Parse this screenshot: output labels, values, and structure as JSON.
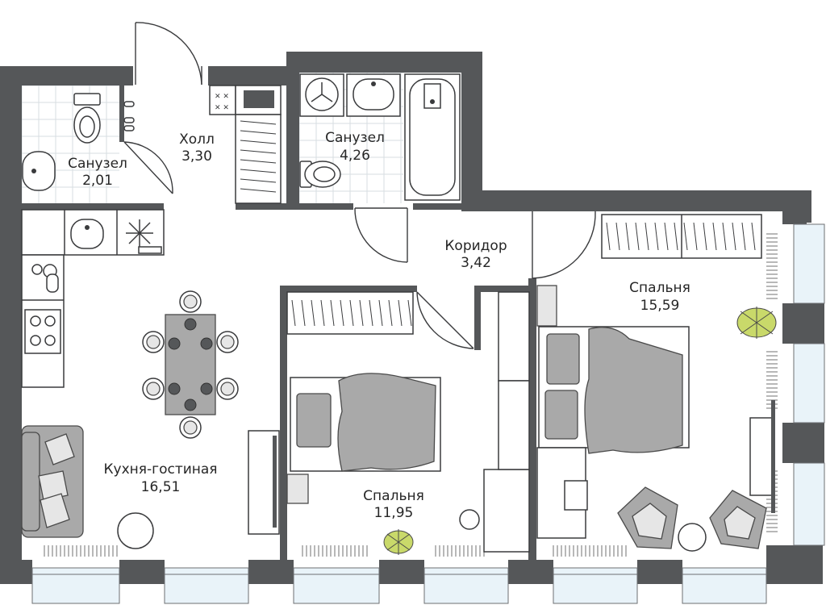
{
  "plan": {
    "rooms": [
      {
        "id": "wc-small",
        "name": "Санузел",
        "area": "2,01"
      },
      {
        "id": "hall",
        "name": "Холл",
        "area": "3,30"
      },
      {
        "id": "wc-large",
        "name": "Санузел",
        "area": "4,26"
      },
      {
        "id": "corridor",
        "name": "Коридор",
        "area": "3,42"
      },
      {
        "id": "bedroom-large",
        "name": "Спальня",
        "area": "15,59"
      },
      {
        "id": "kitchen-living",
        "name": "Кухня-гостиная",
        "area": "16,51"
      },
      {
        "id": "bedroom-small",
        "name": "Спальня",
        "area": "11,95"
      }
    ],
    "colors": {
      "wall": "#555759",
      "furniture_grey": "#a9a9a9",
      "window_glass": "#e9f3f9",
      "tile_grid": "#d7dde2",
      "plant": "#c9d96a"
    },
    "icons": [
      "toilet-icon",
      "sink-icon",
      "bathtub-icon",
      "washing-machine-icon",
      "stove-icon",
      "dining-table-icon",
      "sofa-icon",
      "bed-icon",
      "armchair-icon",
      "plant-icon",
      "wardrobe-icon",
      "door-icon",
      "window-icon",
      "radiator-icon"
    ]
  }
}
